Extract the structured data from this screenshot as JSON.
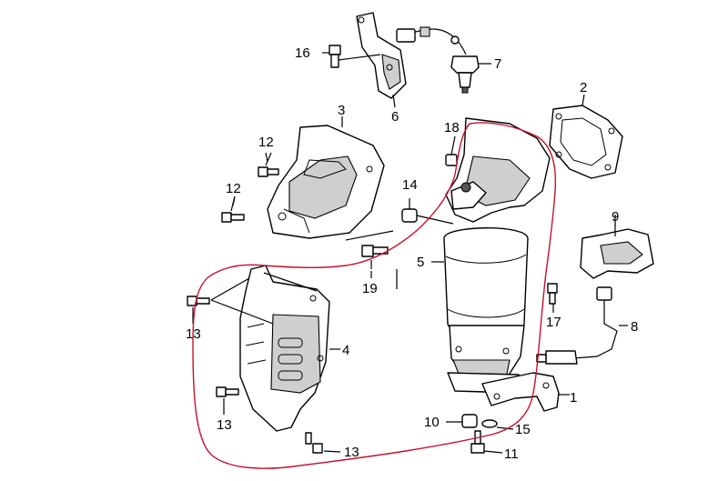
{
  "diagram": {
    "callouts": {
      "c1": "1",
      "c2": "2",
      "c3": "3",
      "c4": "4",
      "c5": "5",
      "c6": "6",
      "c7": "7",
      "c8": "8",
      "c9": "9",
      "c10": "10",
      "c11": "11",
      "c12a": "12",
      "c12b": "12",
      "c13a": "13",
      "c13b": "13",
      "c13c": "13",
      "c14": "14",
      "c15": "15",
      "c16": "16",
      "c17": "17",
      "c18": "18",
      "c19": "19"
    },
    "colors": {
      "outline": "#000000",
      "highlight": "#c8102e",
      "shade": "#cfcfcf"
    }
  }
}
